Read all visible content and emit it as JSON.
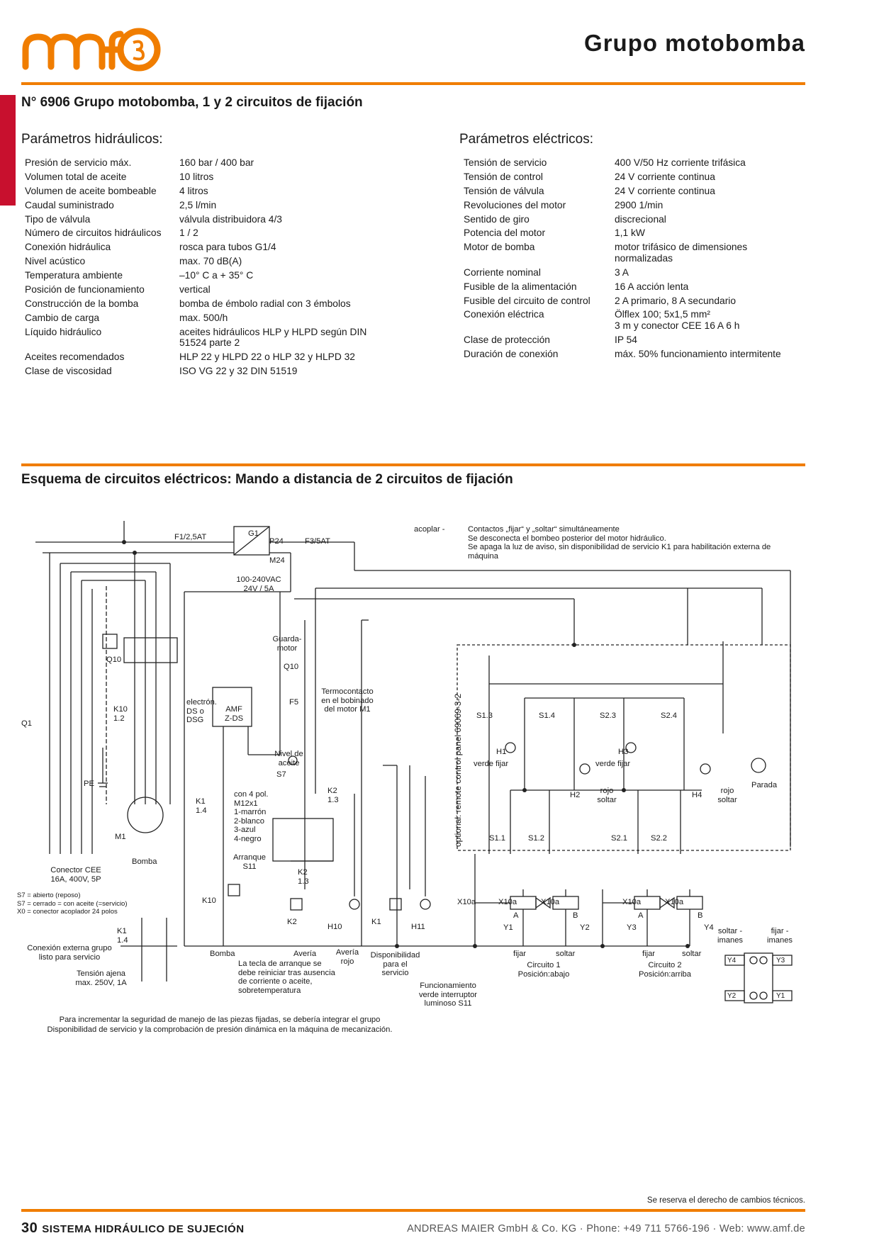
{
  "header": {
    "logo_text": "amf",
    "page_title": "Grupo motobomba"
  },
  "product_title": "N° 6906 Grupo motobomba, 1 y 2 circuitos de fijación",
  "hydraulic": {
    "heading": "Parámetros hidráulicos:",
    "rows": [
      {
        "k": "Presión de servicio máx.",
        "v": "160 bar / 400 bar"
      },
      {
        "k": "Volumen total de aceite",
        "v": "10 litros"
      },
      {
        "k": "Volumen de aceite bombeable",
        "v": "4 litros"
      },
      {
        "k": "Caudal suministrado",
        "v": "2,5 l/min"
      },
      {
        "k": "Tipo de válvula",
        "v": "válvula distribuidora 4/3"
      },
      {
        "k": "Número de circuitos hidráulicos",
        "v": "1 / 2"
      },
      {
        "k": "Conexión hidráulica",
        "v": "rosca para tubos G1/4"
      },
      {
        "k": "Nivel acústico",
        "v": "max. 70 dB(A)"
      },
      {
        "k": "Temperatura ambiente",
        "v": " –10° C a + 35° C"
      },
      {
        "k": "Posición de funcionamiento",
        "v": "vertical"
      },
      {
        "k": "Construcción de la bomba",
        "v": "bomba de émbolo radial con 3 émbolos"
      },
      {
        "k": "Cambio de carga",
        "v": "max. 500/h"
      },
      {
        "k": "Líquido hidráulico",
        "v": "aceites hidráulicos HLP y HLPD según DIN\n51524 parte 2"
      },
      {
        "k": "Aceites recomendados",
        "v": "HLP 22 y HLPD 22 o HLP 32 y HLPD 32"
      },
      {
        "k": "Clase de viscosidad",
        "v": "ISO VG 22 y 32 DIN 51519"
      }
    ]
  },
  "electrical": {
    "heading": "Parámetros eléctricos:",
    "rows": [
      {
        "k": "Tensión de servicio",
        "v": "400 V/50 Hz corriente trifásica"
      },
      {
        "k": "Tensión de control",
        "v": "24 V corriente continua"
      },
      {
        "k": "Tensión de válvula",
        "v": "24 V corriente continua"
      },
      {
        "k": "Revoluciones del motor",
        "v": "2900 1/min"
      },
      {
        "k": "Sentido de giro",
        "v": "discrecional"
      },
      {
        "k": "Potencia del motor",
        "v": "1,1 kW"
      },
      {
        "k": "Motor de bomba",
        "v": "motor trifásico de dimensiones\nnormalizadas"
      },
      {
        "k": "Corriente nominal",
        "v": "3 A"
      },
      {
        "k": "Fusible de la alimentación",
        "v": "16 A acción lenta"
      },
      {
        "k": "Fusible del circuito de control",
        "v": "2 A primario, 8 A secundario"
      },
      {
        "k": "Conexión eléctrica",
        "v": "Ölflex 100; 5x1,5 mm²\n3 m y conector CEE 16 A 6 h"
      },
      {
        "k": "Clase de protección",
        "v": "IP 54"
      },
      {
        "k": "Duración de conexión",
        "v": "máx. 50% funcionamiento intermitente"
      }
    ]
  },
  "schematic": {
    "title": "Esquema de circuitos eléctricos: Mando a distancia de 2 circuitos de fijación",
    "acoplar_label": "acoplar  -",
    "acoplar_text": "Contactos „fijar“ y „soltar“ simultáneamente\nSe desconecta el bombeo posterior del motor hidráulico.\nSe apaga la luz de aviso, sin disponibilidad de servicio K1 para habilitación externa de\nmáquina",
    "labels": {
      "f1": "F1/2,5AT",
      "g1": "G1",
      "p24": "P24",
      "f3": "F3/5AT",
      "m24": "M24",
      "psu": "100-240VAC\n24V / 5A",
      "q10": "Q10",
      "k10_12": "K10\n1.2",
      "q1": "Q1",
      "conector": "Conector CEE\n16A, 400V, 5P",
      "bomba_motor": "Bomba",
      "m1": "M1",
      "pe": "PE",
      "guardamotor": "Guarda-\nmotor",
      "q10b": "Q10",
      "electron": "electrón.\nDS o\nDSG",
      "amf_zds": "AMF\nZ-DS",
      "termocontacto": "Termocontacto\nen el bobinado\ndel motor M1",
      "f5": "F5",
      "nivel": "Nivel de\naceite",
      "s7": "S7",
      "k1_14": "K1\n1.4",
      "con4pol": "con 4 pol.\nM12x1\n1-marrón\n2-blanco\n3-azul\n4-negro",
      "k2_13": "K2\n1.3",
      "arranque": "Arranque\nS11",
      "k2_13b": "K2\n1.3",
      "k10": "K10",
      "k2": "K2",
      "h10": "H10",
      "k1": "K1",
      "h11": "H11",
      "bomba": "Bomba",
      "averia": "Avería",
      "averia_rojo": "Avería\nrojo",
      "disponibilidad": "Disponibilidad\npara el\nservicio",
      "tecla": "La tecla de arranque se\ndebe reiniciar tras ausencia\nde corriente o aceite,\nsobretemperatura",
      "funcionamiento": "Funcionamiento\nverde interruptor\nluminoso S11",
      "s7_legend": "S7 = abierto (reposo)\nS7 = cerrado = con aceite (=servicio)\nX0 = conector acoplador 24 polos",
      "k1_14b": "K1\n1.4",
      "conexion_externa": "Conexión externa grupo\nlisto para servicio",
      "tension_ajena": "Tensión ajena\nmax. 250V, 1A",
      "optional_panel": "optional: remote control panel 69069-3-2",
      "s13": "S1.3",
      "s14": "S1.4",
      "s23": "S2.3",
      "s24": "S2.4",
      "h1": "H1",
      "h3": "H3",
      "verde1": "verde fijar",
      "verde2": "verde fijar",
      "h2": "H2",
      "h4": "H4",
      "rojo1": "rojo\nsoltar",
      "rojo2": "rojo\nsoltar",
      "parada": "Parada",
      "s11": "S1.1",
      "s12": "S1.2",
      "s21": "S2.1",
      "s22": "S2.2",
      "x10a": "X10a",
      "y1": "Y1",
      "y2": "Y2",
      "y3": "Y3",
      "y4": "Y4",
      "fijar1": "fijar",
      "soltar1": "soltar",
      "fijar2": "fijar",
      "soltar2": "soltar",
      "circ1": "Circuito 1\nPosición:abajo",
      "circ2": "Circuito 2\nPosición:arriba",
      "soltar_imanes": "soltar -\nimanes",
      "fijar_imanes": "fijar -\nimanes",
      "ay": "A",
      "by": "B"
    },
    "note": "Para incrementar la seguridad de manejo de las piezas fijadas, se debería integrar el grupo\nDisponibilidad de servicio y la comprobación de presión dinámica en la máquina de mecanización."
  },
  "footer": {
    "reserve": "Se reserva el derecho de cambios técnicos.",
    "page_number": "30",
    "section": "SISTEMA HIDRÁULICO DE SUJECIÓN",
    "company": "ANDREAS MAIER GmbH & Co. KG · Phone: +49 711 5766-196 · Web: www.amf.de"
  },
  "colors": {
    "accent": "#f07d00",
    "tab": "#c8102e"
  }
}
